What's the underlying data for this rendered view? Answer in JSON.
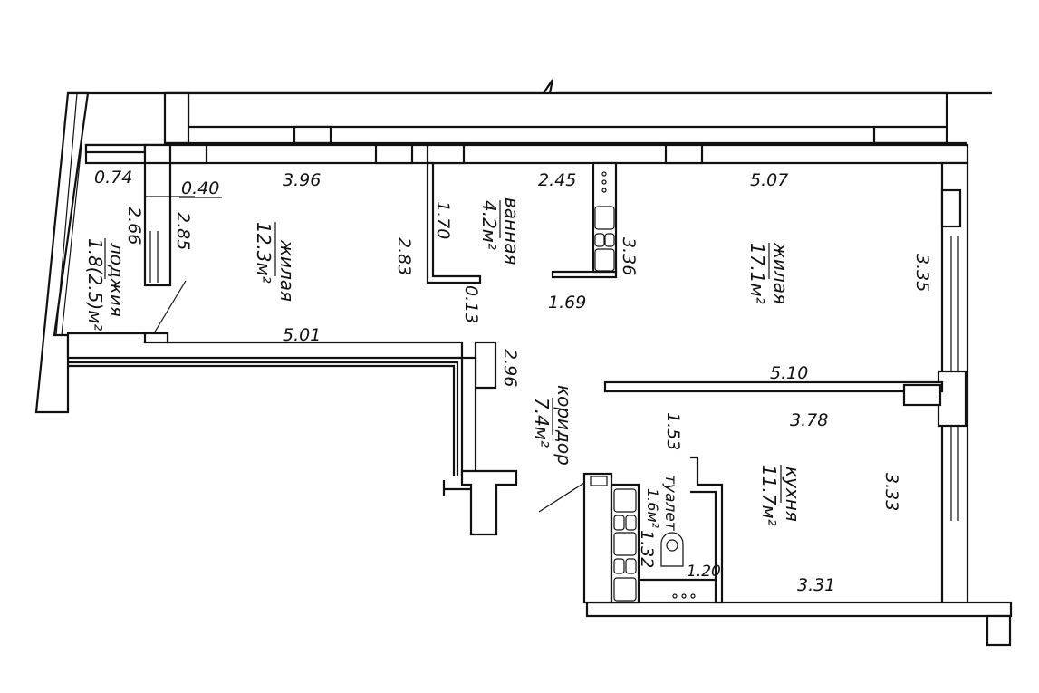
{
  "plan": {
    "rooms": [
      {
        "name": "лоджия",
        "area": "1.8(2.5)м²"
      },
      {
        "name": "жилая",
        "area": "12.3м²"
      },
      {
        "name": "ванная",
        "area": "4.2м²"
      },
      {
        "name": "жилая",
        "area": "17.1м²"
      },
      {
        "name": "коридор",
        "area": "7.4м²"
      },
      {
        "name": "туалет",
        "area": "1.6м²"
      },
      {
        "name": "кухня",
        "area": "11.7м²"
      }
    ],
    "dimensions": {
      "d074": "0.74",
      "d040": "0.40",
      "d396": "3.96",
      "d266": "2.66",
      "d285": "2.85",
      "d283": "2.83",
      "d170": "1.70",
      "d013": "0.13",
      "d245": "2.45",
      "d169": "1.69",
      "d336": "3.36",
      "d507": "5.07",
      "d335": "3.35",
      "d501": "5.01",
      "d296": "2.96",
      "d510": "5.10",
      "d378": "3.78",
      "d153": "1.53",
      "d132": "1.32",
      "d120": "1.20",
      "d333": "3.33",
      "d331": "3.31"
    }
  }
}
